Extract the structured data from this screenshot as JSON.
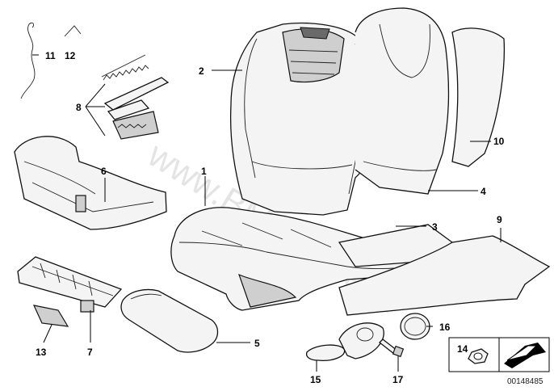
{
  "diagram": {
    "watermark": "www.BMWstore.pl",
    "document_number": "00148485",
    "callouts": {
      "c1": "1",
      "c2": "2",
      "c3": "3",
      "c4": "4",
      "c5": "5",
      "c6": "6",
      "c7": "7",
      "c8": "8",
      "c9": "9",
      "c10": "10",
      "c11": "11",
      "c12": "12",
      "c13": "13",
      "c14": "14",
      "c15": "15",
      "c16": "16",
      "c17": "17"
    }
  }
}
